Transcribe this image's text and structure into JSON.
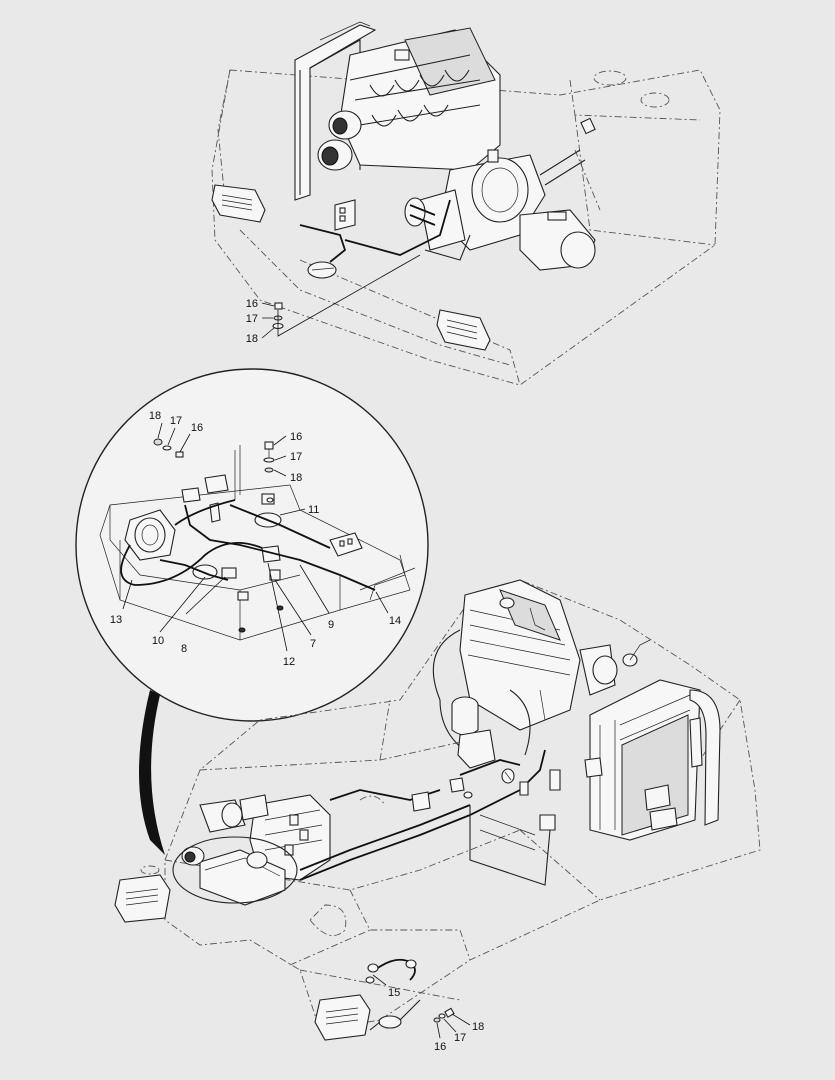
{
  "callouts": {
    "top": [
      {
        "id": "t16",
        "text": "16"
      },
      {
        "id": "t17",
        "text": "17"
      },
      {
        "id": "t18",
        "text": "18"
      }
    ],
    "detail": [
      {
        "id": "d18a",
        "text": "18"
      },
      {
        "id": "d17a",
        "text": "17"
      },
      {
        "id": "d16a",
        "text": "16"
      },
      {
        "id": "d16b",
        "text": "16"
      },
      {
        "id": "d17b",
        "text": "17"
      },
      {
        "id": "d18b",
        "text": "18"
      },
      {
        "id": "d11",
        "text": "11"
      },
      {
        "id": "d13",
        "text": "13"
      },
      {
        "id": "d10",
        "text": "10"
      },
      {
        "id": "d8",
        "text": "8"
      },
      {
        "id": "d12",
        "text": "12"
      },
      {
        "id": "d7",
        "text": "7"
      },
      {
        "id": "d9",
        "text": "9"
      },
      {
        "id": "d14",
        "text": "14"
      }
    ],
    "bottom": [
      {
        "id": "b15",
        "text": "15"
      },
      {
        "id": "b18",
        "text": "18"
      },
      {
        "id": "b17",
        "text": "17"
      },
      {
        "id": "b16",
        "text": "16"
      }
    ]
  }
}
